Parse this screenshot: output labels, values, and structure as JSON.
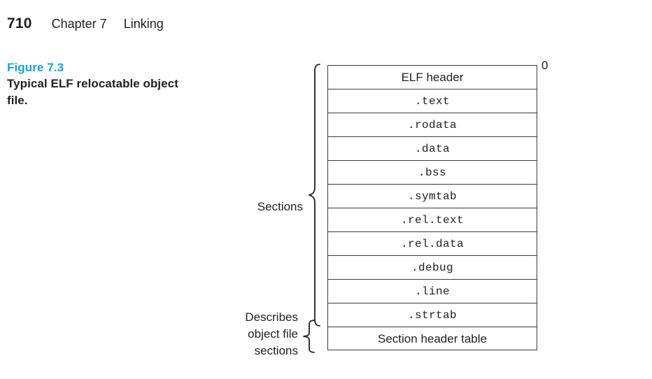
{
  "page_header": {
    "folio": "710",
    "chapter": "Chapter 7",
    "chapter_title": "Linking"
  },
  "figure": {
    "number_label": "Figure 7.3",
    "title": "Typical ELF relocatable object file.",
    "number_color": "#12A5E0",
    "text_color": "#231f20",
    "border_color": "#3b3b3b"
  },
  "diagram": {
    "offset_label": "0",
    "brace_labels": {
      "sections": "Sections",
      "describes_line1": "Describes",
      "describes_line2": "object file",
      "describes_line3": "sections"
    },
    "rows": [
      {
        "label": "ELF header",
        "style": "sans"
      },
      {
        "label": ".text",
        "style": "mono"
      },
      {
        "label": ".rodata",
        "style": "mono"
      },
      {
        "label": ".data",
        "style": "mono"
      },
      {
        "label": ".bss",
        "style": "mono"
      },
      {
        "label": ".symtab",
        "style": "mono"
      },
      {
        "label": ".rel.text",
        "style": "mono"
      },
      {
        "label": ".rel.data",
        "style": "mono"
      },
      {
        "label": ".debug",
        "style": "mono"
      },
      {
        "label": ".line",
        "style": "mono"
      },
      {
        "label": ".strtab",
        "style": "mono"
      },
      {
        "label": "Section header table",
        "style": "sans"
      }
    ]
  }
}
